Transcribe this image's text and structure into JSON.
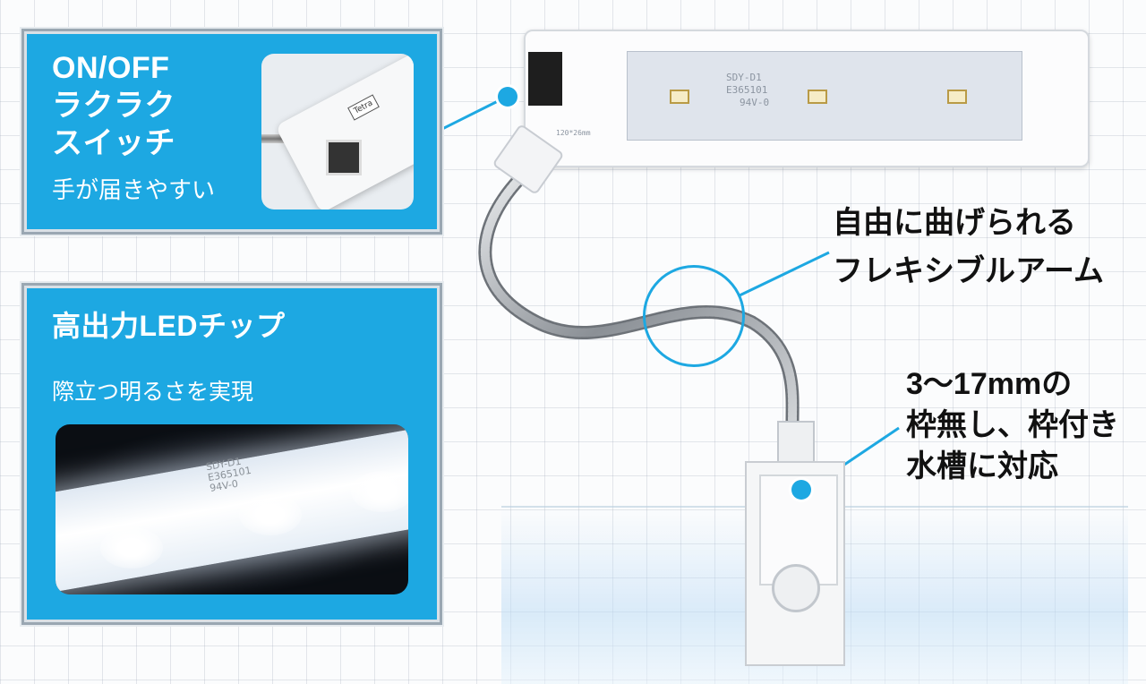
{
  "panel_switch": {
    "title_line1": "ON/OFF",
    "title_line2": "ラクラク",
    "title_line3": "スイッチ",
    "subtitle": "手が届きやすい",
    "inset_logo": "Tetra"
  },
  "panel_led": {
    "title": "高出力LEDチップ",
    "subtitle": "際立つ明るさを実現",
    "photo_print_line1": "SDY-D1",
    "photo_print_line2": "E365101",
    "photo_print_line3": "94V-0"
  },
  "callout_arm": {
    "line1": "自由に曲げられる",
    "line2": "フレキシブルアーム"
  },
  "callout_clip": {
    "line1": "3〜17mmの",
    "line2": "枠無し、枠付き",
    "line3": "水槽に対応"
  },
  "pcb": {
    "model": "SDY-D1",
    "code": "E365101",
    "rating": "94V-0",
    "size": "120*26mm"
  },
  "colors": {
    "accent": "#1da8e2",
    "text": "#111111"
  }
}
